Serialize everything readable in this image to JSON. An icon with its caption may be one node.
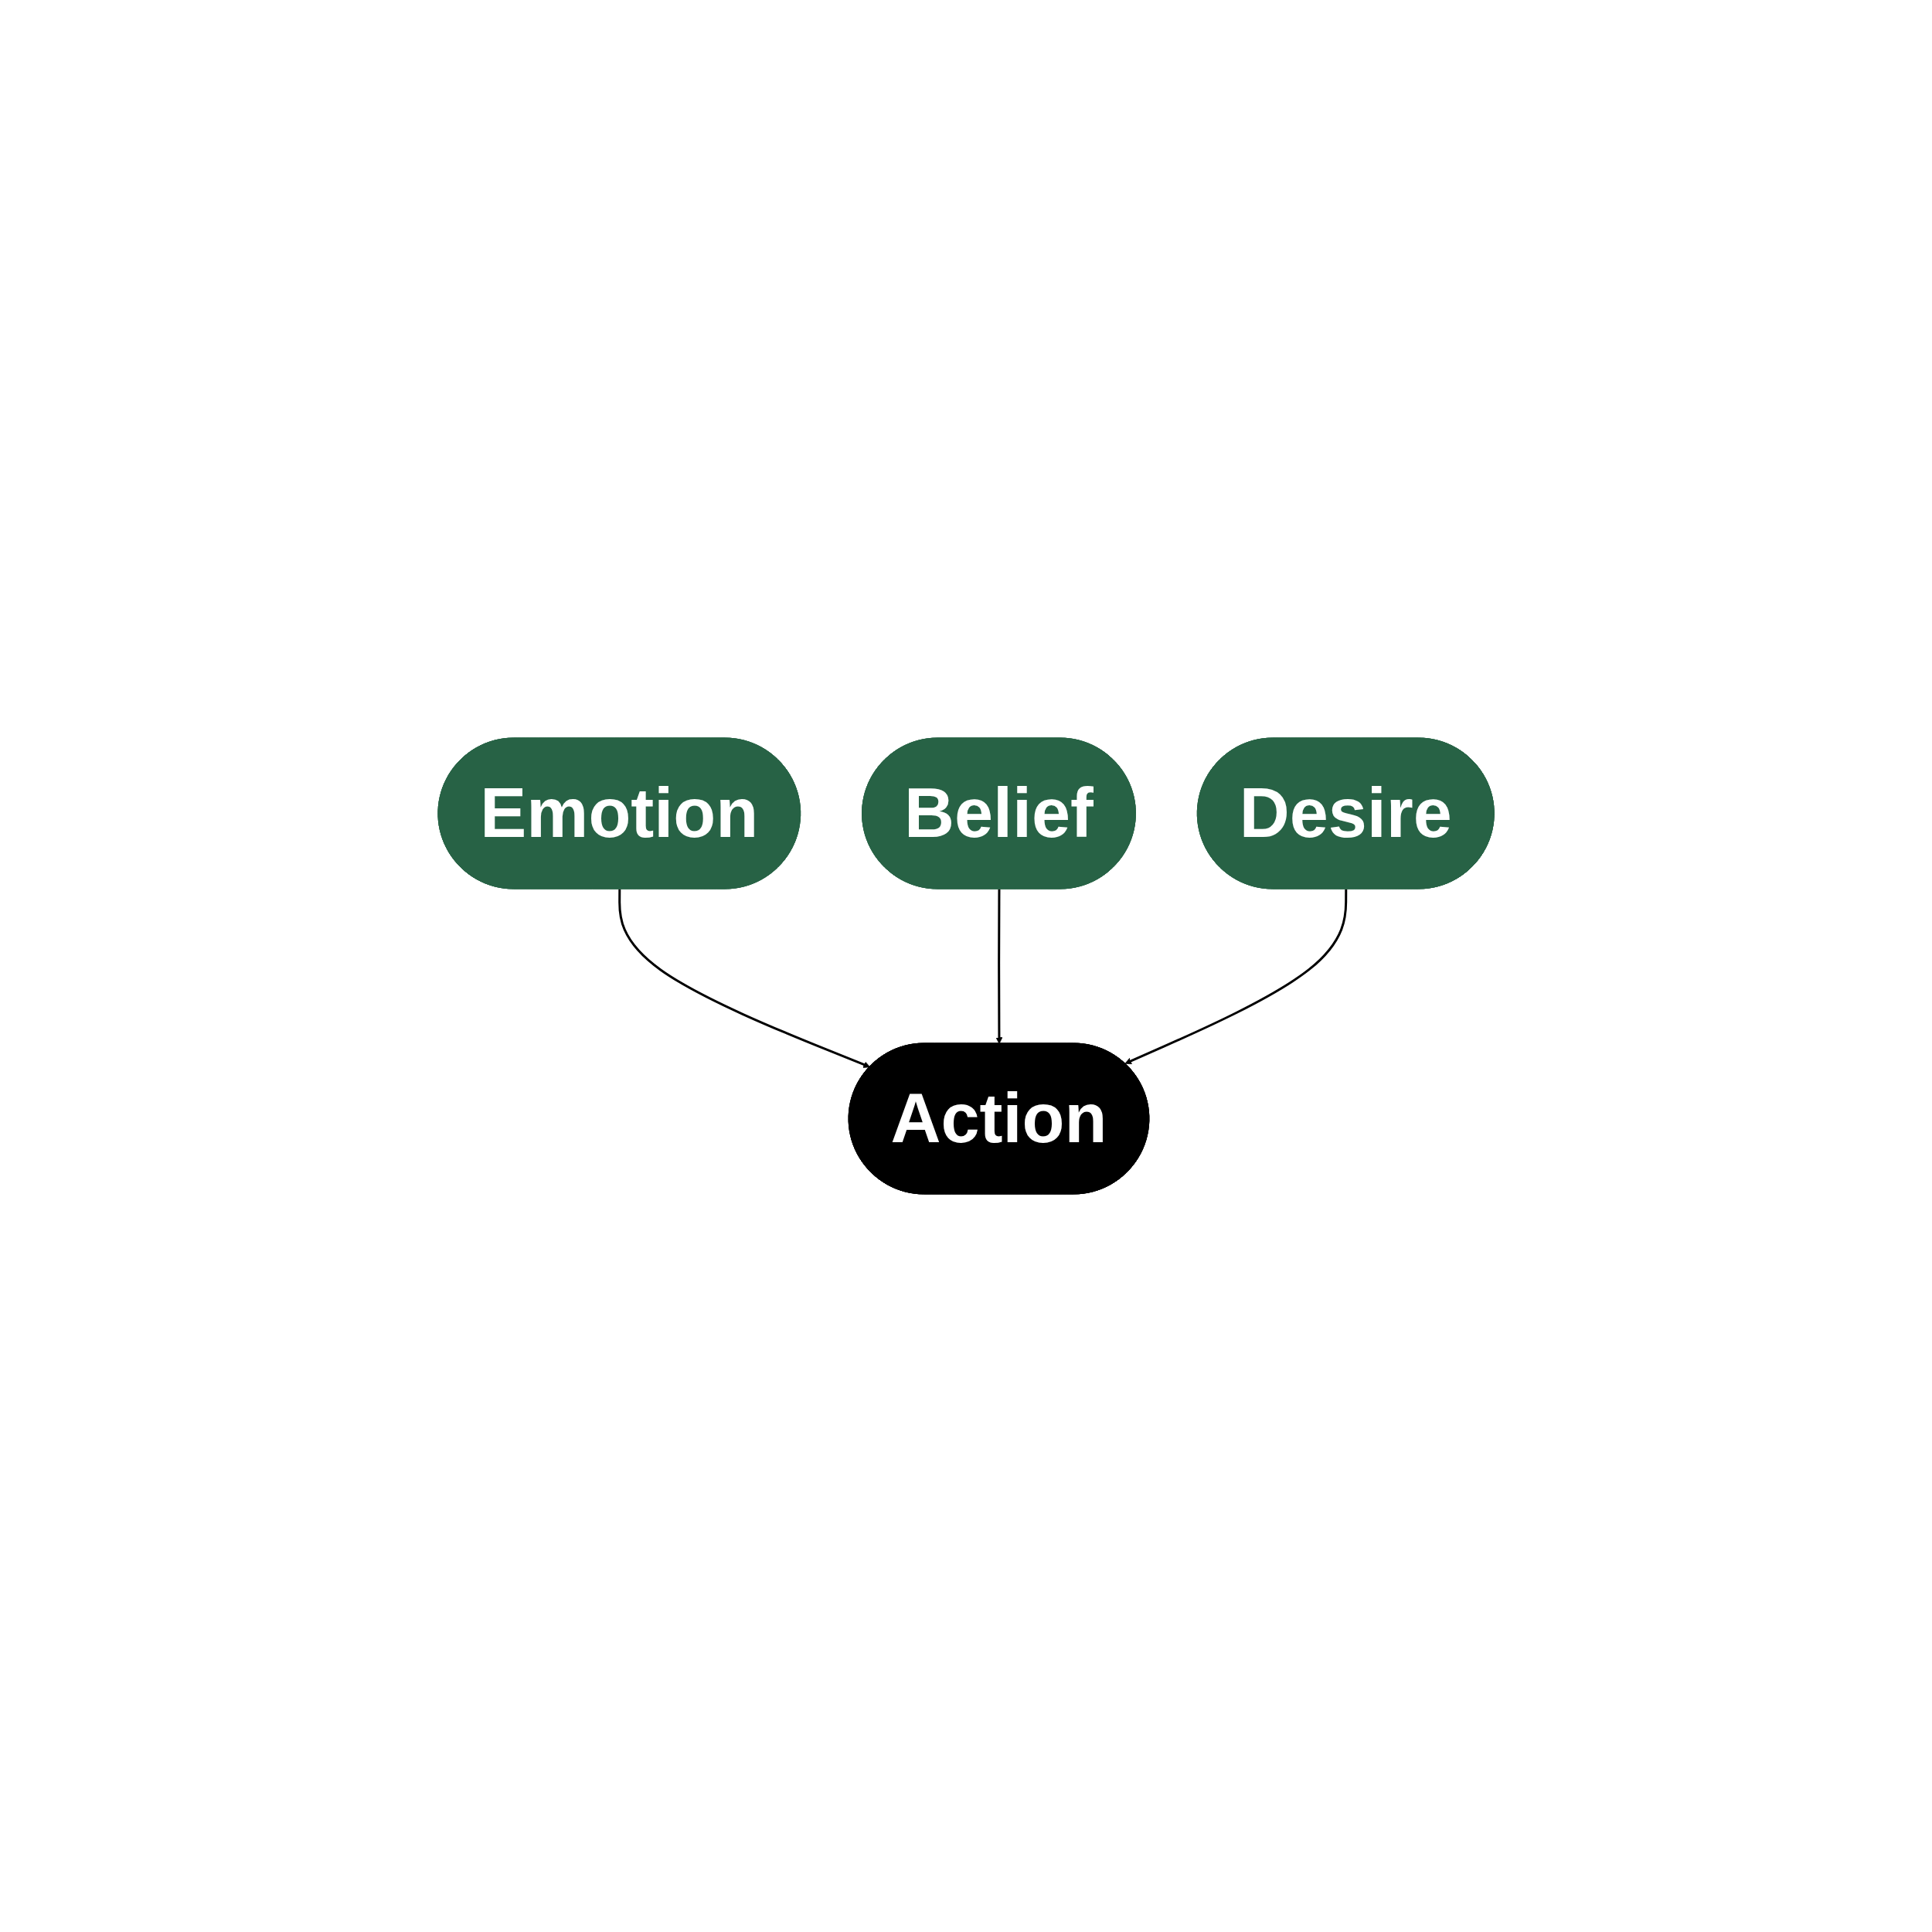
{
  "diagram": {
    "nodes": [
      {
        "text": [
          "Emotion"
        ]
      },
      {
        "text": [
          "Belief"
        ]
      },
      {
        "text": [
          "Desire"
        ]
      },
      {
        "text": [
          "Action"
        ]
      }
    ],
    "edges": [
      {
        "from": 0,
        "to": 3,
        "arrow": "to"
      },
      {
        "from": 1,
        "to": 3,
        "arrow": "to"
      },
      {
        "from": 2,
        "to": 3,
        "arrow": "to"
      }
    ]
  }
}
